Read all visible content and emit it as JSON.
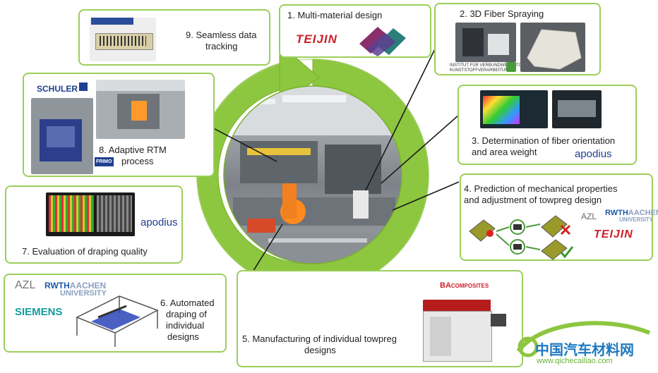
{
  "steps": {
    "s1": "1. Multi-material design",
    "s2": "2. 3D Fiber Spraying",
    "s3a": "3. Determination of fiber orientation",
    "s3b": "and area weight",
    "s4a": "4. Prediction of mechanical properties",
    "s4b": "and adjustment of towpreg design",
    "s5a": "5. Manufacturing of individual towpreg",
    "s5b": "designs",
    "s6a": "6. Automated",
    "s6b": "draping of",
    "s6c": "individual",
    "s6d": "designs",
    "s7": "7. Evaluation of draping quality",
    "s8a": "8. Adaptive RTM",
    "s8b": "process",
    "s9a": "9. Seamless data",
    "s9b": "tracking"
  },
  "logos": {
    "teijin": "TEIJIN",
    "apodius": "apodius",
    "schuler": "SCHULER",
    "frimo": "FRIMO",
    "siemens": "SIEMENS",
    "rwth": "RWTH",
    "aachen": "AACHEN",
    "university": "UNIVERSITY",
    "azl": "AZL",
    "ba": "BA",
    "composites": "COMPOSITES",
    "ivw": "INSTITUT FÜR VERBUNDWERKSTOFFE",
    "ivw2": "KUNSTSTOFFVERARBEITUNG",
    "watermark_cn": "中国汽车材料网",
    "watermark_url": "www.qichecailiao.com"
  },
  "colors": {
    "accent": "#8dc63f",
    "border": "#9ccf5b",
    "teijin": "#d0202b",
    "apodius": "#1f3f8f"
  }
}
